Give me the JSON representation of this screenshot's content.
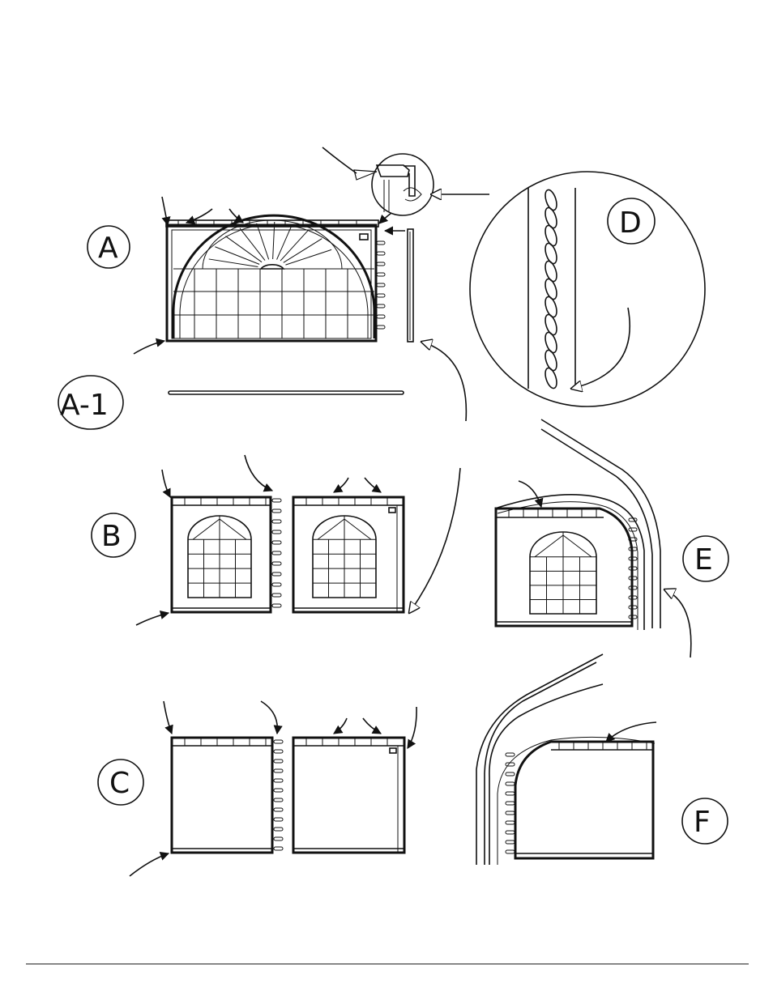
{
  "labels": {
    "a": "A",
    "a1": "A-1",
    "b": "B",
    "c": "C",
    "d": "D",
    "e": "E",
    "f": "F"
  },
  "colors": {
    "ink": "#111111",
    "paper": "#ffffff"
  }
}
